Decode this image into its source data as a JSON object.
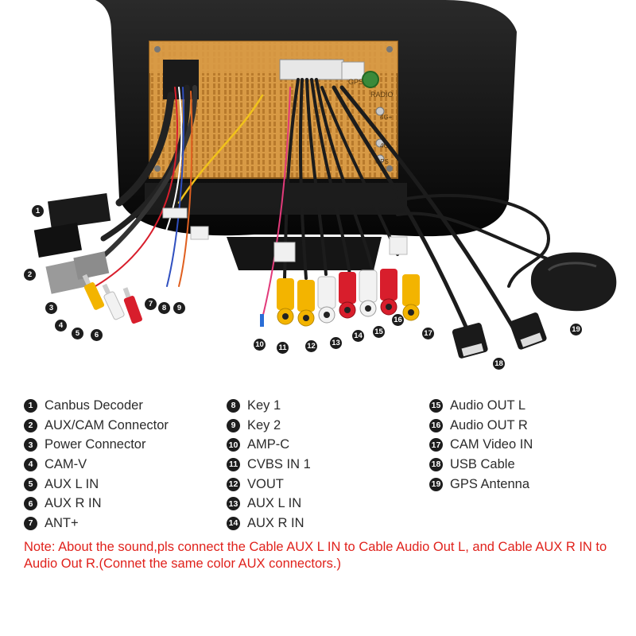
{
  "colors": {
    "board": "#d89a45",
    "frame": "#111111",
    "cable": "#1c1c1c",
    "rca_red": "#d81e2c",
    "rca_yellow": "#f3b400",
    "rca_white": "#f2f2f2",
    "note": "#e0221c"
  },
  "board": {
    "gps_label": "GPS",
    "radio_label": "RADIO",
    "port_label_1": "4G+",
    "port_label_2": "4G-",
    "port_label_3": "GPS"
  },
  "callouts": [
    {
      "n": "1"
    },
    {
      "n": "2"
    },
    {
      "n": "3"
    },
    {
      "n": "4"
    },
    {
      "n": "5"
    },
    {
      "n": "6"
    },
    {
      "n": "7"
    },
    {
      "n": "8"
    },
    {
      "n": "9"
    },
    {
      "n": "10"
    },
    {
      "n": "11"
    },
    {
      "n": "12"
    },
    {
      "n": "13"
    },
    {
      "n": "14"
    },
    {
      "n": "15"
    },
    {
      "n": "16"
    },
    {
      "n": "17"
    },
    {
      "n": "18"
    },
    {
      "n": "19"
    }
  ],
  "legend": {
    "col1": [
      {
        "n": "1",
        "label": "Canbus Decoder"
      },
      {
        "n": "2",
        "label": "AUX/CAM Connector"
      },
      {
        "n": "3",
        "label": "Power Connector"
      },
      {
        "n": "4",
        "label": "CAM-V"
      },
      {
        "n": "5",
        "label": "AUX L IN"
      },
      {
        "n": "6",
        "label": "AUX R IN"
      },
      {
        "n": "7",
        "label": "ANT+"
      }
    ],
    "col2": [
      {
        "n": "8",
        "label": "Key 1"
      },
      {
        "n": "9",
        "label": "Key 2"
      },
      {
        "n": "10",
        "label": "AMP-C"
      },
      {
        "n": "11",
        "label": "CVBS IN 1"
      },
      {
        "n": "12",
        "label": "VOUT"
      },
      {
        "n": "13",
        "label": "AUX L IN"
      },
      {
        "n": "14",
        "label": "AUX R IN"
      }
    ],
    "col3": [
      {
        "n": "15",
        "label": "Audio OUT L"
      },
      {
        "n": "16",
        "label": "Audio OUT R"
      },
      {
        "n": "17",
        "label": "CAM Video IN"
      },
      {
        "n": "18",
        "label": "USB Cable"
      },
      {
        "n": "19",
        "label": "GPS Antenna"
      }
    ]
  },
  "note": "Note: About the sound,pls connect the Cable AUX L IN to Cable Audio Out L, and Cable AUX R IN to  Audio Out R.(Connet the same color AUX connectors.)"
}
